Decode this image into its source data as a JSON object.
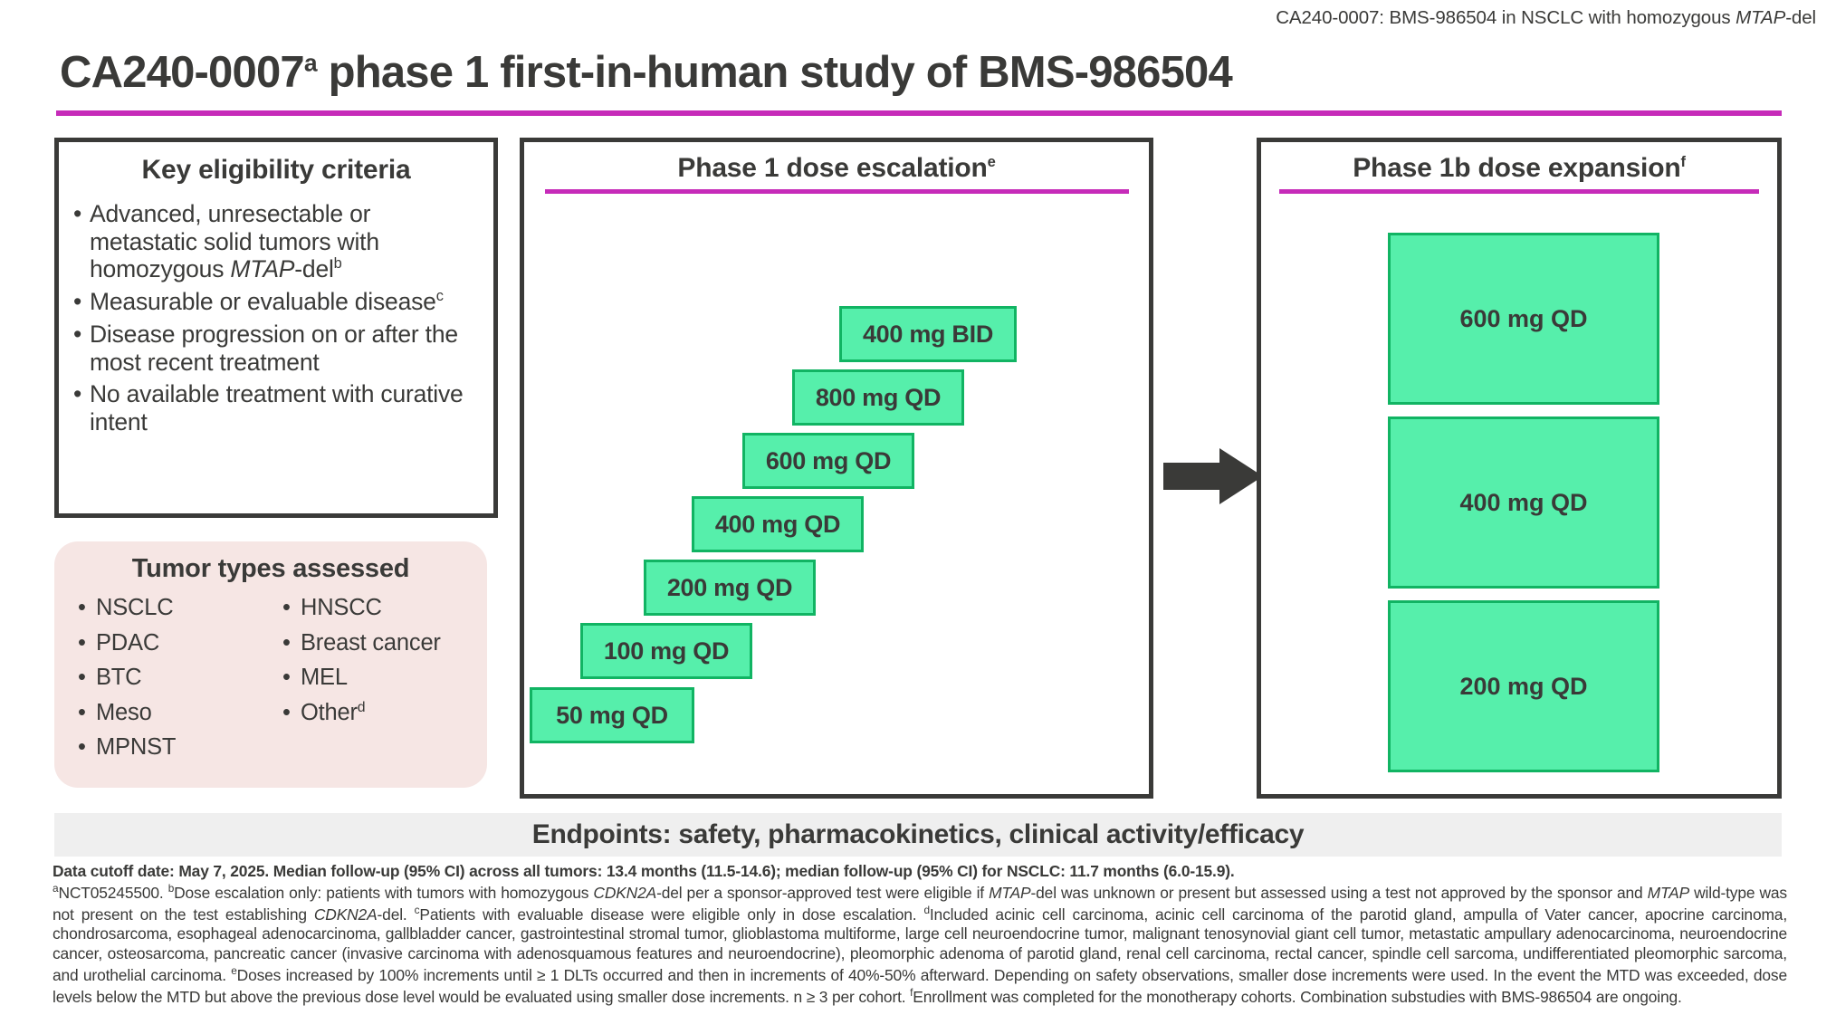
{
  "running_header": {
    "prefix": "CA240-0007: BMS-986504 in NSCLC with homozygous ",
    "italic": "MTAP",
    "suffix": "-del"
  },
  "title": {
    "part1": "CA240-0007",
    "sup": "a",
    "part2": " phase 1 first-in-human study of BMS-986504"
  },
  "eligibility": {
    "heading": "Key eligibility criteria",
    "items": [
      {
        "pre": "Advanced, unresectable or metastatic solid tumors with homozygous ",
        "italic": "MTAP",
        "post": "-del",
        "sup": "b"
      },
      {
        "pre": "Measurable or evaluable disease",
        "italic": "",
        "post": "",
        "sup": "c"
      },
      {
        "pre": "Disease progression on or after the most recent treatment",
        "italic": "",
        "post": "",
        "sup": ""
      },
      {
        "pre": "No available treatment with curative intent",
        "italic": "",
        "post": "",
        "sup": ""
      }
    ]
  },
  "tumors": {
    "heading": "Tumor types assessed",
    "col1": [
      {
        "label": "NSCLC",
        "sup": ""
      },
      {
        "label": "PDAC",
        "sup": ""
      },
      {
        "label": "BTC",
        "sup": ""
      },
      {
        "label": "Meso",
        "sup": ""
      },
      {
        "label": "MPNST",
        "sup": ""
      }
    ],
    "col2": [
      {
        "label": "HNSCC",
        "sup": ""
      },
      {
        "label": "Breast cancer",
        "sup": ""
      },
      {
        "label": "MEL",
        "sup": ""
      },
      {
        "label": "Other",
        "sup": "d"
      }
    ]
  },
  "escalation": {
    "heading": "Phase 1 dose escalation",
    "heading_sup": "e",
    "doses": [
      {
        "label": "50 mg QD"
      },
      {
        "label": "100 mg QD"
      },
      {
        "label": "200 mg QD"
      },
      {
        "label": "400 mg QD"
      },
      {
        "label": "600 mg QD"
      },
      {
        "label": "800 mg QD"
      },
      {
        "label": "400 mg BID"
      }
    ]
  },
  "arrow": {
    "icon": "right-arrow-icon"
  },
  "expansion": {
    "heading": "Phase 1b dose expansion",
    "heading_sup": "f",
    "doses": [
      {
        "label": "600 mg QD"
      },
      {
        "label": "400 mg QD"
      },
      {
        "label": "200 mg QD"
      }
    ]
  },
  "endpoints": {
    "text": "Endpoints: safety, pharmacokinetics, clinical activity/efficacy"
  },
  "footnotes": {
    "line1": "Data cutoff date: May 7, 2025. Median follow-up (95% CI) across all tumors: 13.4 months (11.5-14.6); median follow-up (95% CI) for NSCLC: 11.7 months (6.0-15.9).",
    "seg_a_sup": "a",
    "seg_a": "NCT05245500. ",
    "seg_b_sup": "b",
    "seg_b_1": "Dose escalation only: patients with tumors with homozygous ",
    "seg_b_i1": "CDKN2A",
    "seg_b_2": "-del per a sponsor-approved test were eligible if ",
    "seg_b_i2": "MTAP",
    "seg_b_3": "-del was unknown or present but assessed using a test not approved by the sponsor and ",
    "seg_b_i3": "MTAP",
    "seg_b_4": " wild-type was not present on the test establishing ",
    "seg_b_i4": "CDKN2A",
    "seg_b_5": "-del. ",
    "seg_c_sup": "c",
    "seg_c": "Patients with evaluable disease were eligible only in dose escalation. ",
    "seg_d_sup": "d",
    "seg_d": "Included acinic cell carcinoma, acinic cell carcinoma of the parotid gland, ampulla of Vater cancer, apocrine carcinoma, chondrosarcoma, esophageal adenocarcinoma, gallbladder cancer, gastrointestinal stromal tumor, glioblastoma multiforme, large cell neuroendocrine tumor, malignant tenosynovial giant cell tumor, metastatic ampullary adenocarcinoma, neuroendocrine cancer, osteosarcoma, pancreatic cancer (invasive carcinoma with adenosquamous features and neuroendocrine), pleomorphic adenoma of parotid gland, renal cell carcinoma, rectal cancer, spindle cell sarcoma, undifferentiated pleomorphic sarcoma, and urothelial carcinoma. ",
    "seg_e_sup": "e",
    "seg_e": "Doses increased by 100% increments until ≥ 1 DLTs occurred and then in increments of 40%-50% afterward. Depending on safety observations, smaller dose increments were used. In the event the MTD was exceeded, dose levels below the MTD but above the previous dose level would be evaluated using smaller dose increments. n ≥ 3 per cohort. ",
    "seg_f_sup": "f",
    "seg_f": "Enrollment was completed for the monotherapy cohorts. Combination substudies with BMS-986504 are ongoing."
  },
  "colors": {
    "accent_magenta": "#c62bb9",
    "box_green_fill": "#56efab",
    "box_green_border": "#11b463",
    "panel_border": "#3a3a38",
    "tumor_bg": "#f6e6e4",
    "endpoints_bg": "#efefef"
  }
}
